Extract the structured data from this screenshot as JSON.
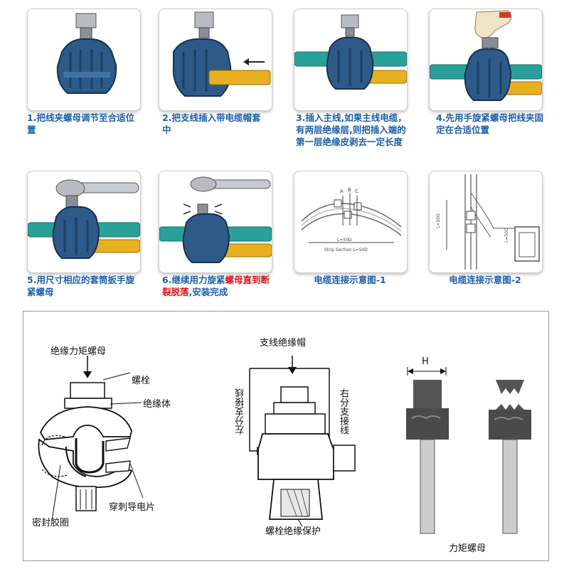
{
  "steps": [
    {
      "caption": "1.把线夹螺母调节至合适位置"
    },
    {
      "caption": "2.把支线插入带电缆帽套中"
    },
    {
      "caption": "3.插入主线,如果主线电缆，有两层绝缘层,则把插入端的第一层绝缘皮剥去一定长度"
    },
    {
      "caption": "4.先用手旋紧螺母把线夹固定在合适位置"
    },
    {
      "caption": "5.用尺寸相应的套筒扳手旋紧螺母"
    },
    {
      "caption_parts": [
        "6.继续用力旋紧",
        "螺母直到断裂脱落",
        ",安装完成"
      ]
    },
    {
      "caption": "电缆连接示意图-1"
    },
    {
      "caption": "电缆连接示意图-2"
    }
  ],
  "schematic1": {
    "labels": [
      "A",
      "B",
      "C",
      "L=50D",
      "Strip Section L=50D"
    ]
  },
  "schematic2": {
    "labels": [
      "L=50D",
      "L=50D"
    ]
  },
  "diagram": {
    "left": {
      "torque_nut": "绝缘力矩螺母",
      "bolt": "螺栓",
      "insulator": "绝缘体",
      "piercing_blade": "穿刺导电片",
      "seal": "密封胶圈"
    },
    "middle": {
      "branch_cap": "支线绝缘帽",
      "left_branch": "左分支接线",
      "right_branch": "右分支接线",
      "bolt_protection": "螺栓绝缘保护"
    },
    "right": {
      "h_label": "H",
      "torque_nut": "力矩螺母"
    }
  },
  "colors": {
    "caption_blue": "#1a5fa8",
    "caption_red": "#e0101a",
    "clamp_body": "#2e5a8a",
    "main_cable": "#2aa198",
    "branch_cable": "#e8b020"
  }
}
